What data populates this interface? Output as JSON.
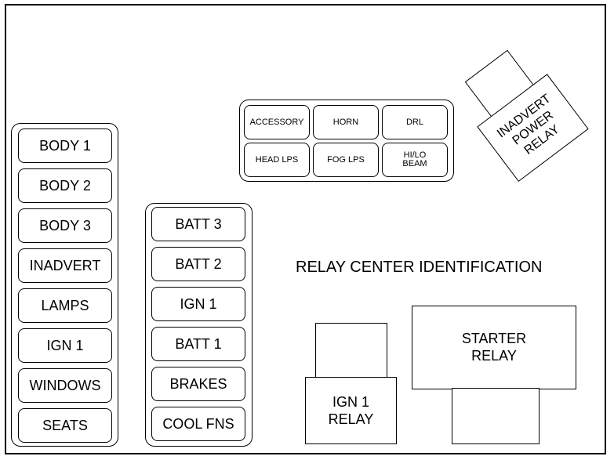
{
  "title": "RELAY CENTER IDENTIFICATION",
  "left_column": [
    "BODY 1",
    "BODY 2",
    "BODY 3",
    "INADVERT",
    "LAMPS",
    "IGN 1",
    "WINDOWS",
    "SEATS"
  ],
  "middle_column": [
    "BATT 3",
    "BATT 2",
    "IGN 1",
    "BATT 1",
    "BRAKES",
    "COOL FNS"
  ],
  "top_block": {
    "row1": [
      "ACCESSORY",
      "HORN",
      "DRL"
    ],
    "row2": [
      "HEAD LPS",
      "FOG LPS",
      "HI/LO\nBEAM"
    ]
  },
  "relays": {
    "inadvert_power": "INADVERT\nPOWER\nRELAY",
    "starter": "STARTER\nRELAY",
    "ign1": "IGN 1\nRELAY"
  }
}
